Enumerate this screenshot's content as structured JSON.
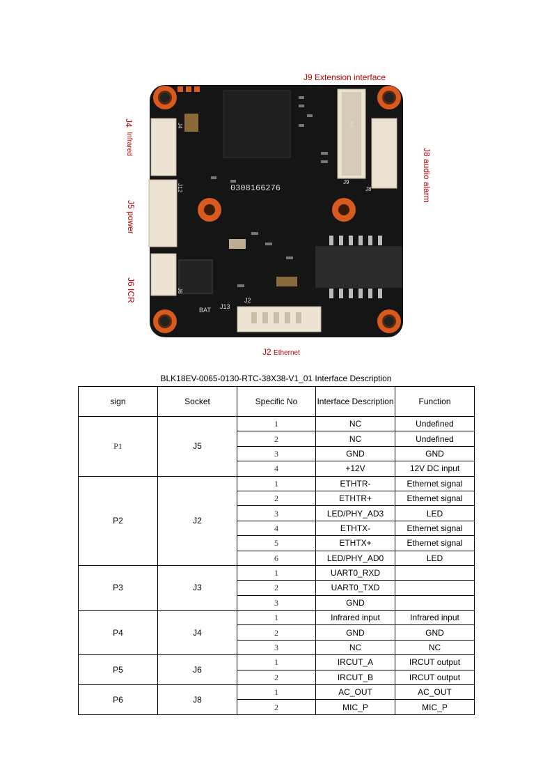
{
  "callouts": {
    "j9": "J9 Extension interface",
    "j8": "J8 audio alarm",
    "j4_id": "J4",
    "j4_name": "Infrared",
    "j5": "J5 power",
    "j6": "J6 ICR",
    "j2_id": "J2",
    "j2_name": "Ethernet"
  },
  "board": {
    "serial": "0308166276",
    "silk": {
      "j9": "J9",
      "j8": "J8",
      "j4": "J4",
      "j5": "J12",
      "j6": "J6",
      "j2": "J2",
      "j13": "J13",
      "bat": "BAT",
      "a0": "A0"
    },
    "colors": {
      "pcb": "#151515",
      "mount_ring": "#d95a1e",
      "connector": "#ece3d3",
      "callout": "#c00000"
    }
  },
  "table": {
    "caption": "BLK18EV-0065-0130-RTC-38X38-V1_01 Interface Description",
    "headers": [
      "sign",
      "Socket",
      "Specific No",
      "Interface Description",
      "Function"
    ],
    "groups": [
      {
        "sign": "P1",
        "socket": "J5",
        "rows": [
          {
            "no": "1",
            "desc": "NC",
            "func": "Undefined"
          },
          {
            "no": "2",
            "desc": "NC",
            "func": "Undefined"
          },
          {
            "no": "3",
            "desc": "GND",
            "func": "GND"
          },
          {
            "no": "4",
            "desc": "+12V",
            "func": "12V DC input"
          }
        ]
      },
      {
        "sign": "P2",
        "socket": "J2",
        "rows": [
          {
            "no": "1",
            "desc": "ETHTR-",
            "func": "Ethernet signal"
          },
          {
            "no": "2",
            "desc": "ETHTR+",
            "func": "Ethernet signal"
          },
          {
            "no": "3",
            "desc": "LED/PHY_AD3",
            "func": "LED"
          },
          {
            "no": "4",
            "desc": "ETHTX-",
            "func": "Ethernet signal"
          },
          {
            "no": "5",
            "desc": "ETHTX+",
            "func": "Ethernet signal"
          },
          {
            "no": "6",
            "desc": "LED/PHY_AD0",
            "func": "LED"
          }
        ]
      },
      {
        "sign": "P3",
        "socket": "J3",
        "rows": [
          {
            "no": "1",
            "desc": "UART0_RXD",
            "func": ""
          },
          {
            "no": "2",
            "desc": "UART0_TXD",
            "func": ""
          },
          {
            "no": "3",
            "desc": "GND",
            "func": ""
          }
        ]
      },
      {
        "sign": "P4",
        "socket": "J4",
        "rows": [
          {
            "no": "1",
            "desc": "Infrared input",
            "func": "Infrared input"
          },
          {
            "no": "2",
            "desc": "GND",
            "func": "GND"
          },
          {
            "no": "3",
            "desc": "NC",
            "func": "NC"
          }
        ]
      },
      {
        "sign": "P5",
        "socket": "J6",
        "rows": [
          {
            "no": "1",
            "desc": "IRCUT_A",
            "func": "IRCUT output"
          },
          {
            "no": "2",
            "desc": "IRCUT_B",
            "func": "IRCUT output"
          }
        ]
      },
      {
        "sign": "P6",
        "socket": "J8",
        "rows": [
          {
            "no": "1",
            "desc": "AC_OUT",
            "func": "AC_OUT"
          },
          {
            "no": "2",
            "desc": "MIC_P",
            "func": "MIC_P"
          }
        ]
      }
    ]
  }
}
